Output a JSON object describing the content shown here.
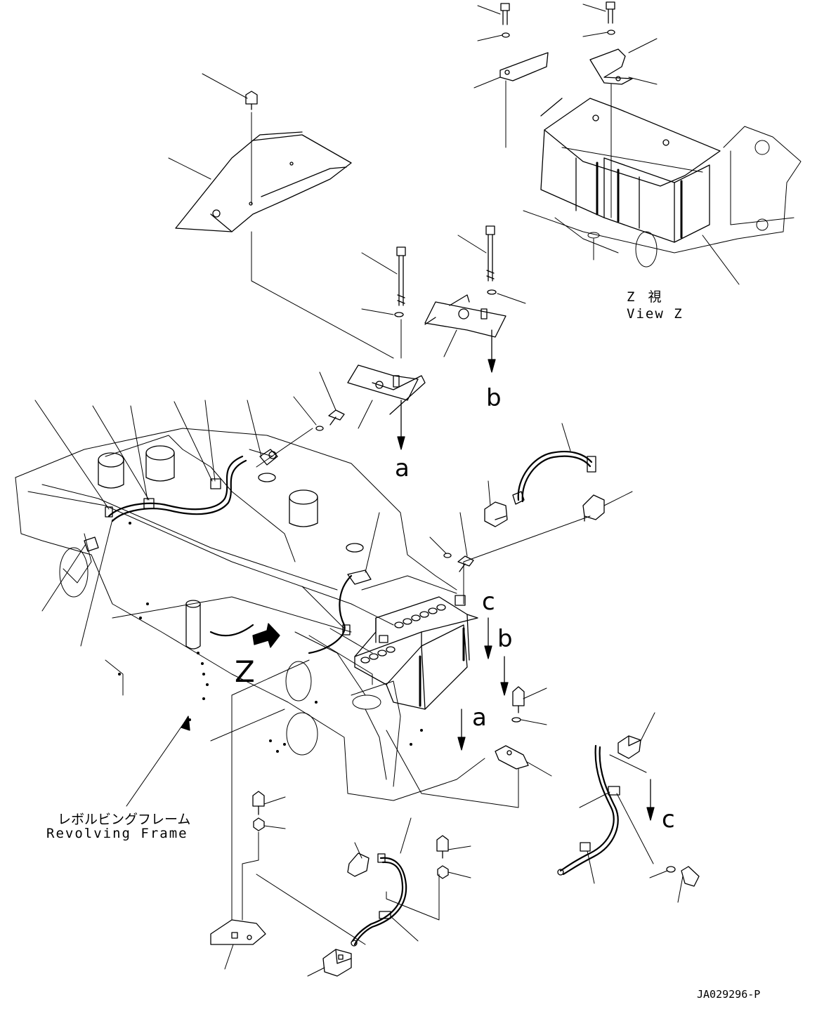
{
  "view_z": {
    "line1": "Z　視",
    "line2": "View Z"
  },
  "callouts": {
    "a": "a",
    "b": "b",
    "c": "c",
    "z": "Z"
  },
  "frame_label": {
    "jp": "レボルビングフレーム",
    "en": "Revolving Frame"
  },
  "drawing_number": "JA029296-P",
  "colors": {
    "ink": "#000000",
    "paper": "#ffffff"
  }
}
